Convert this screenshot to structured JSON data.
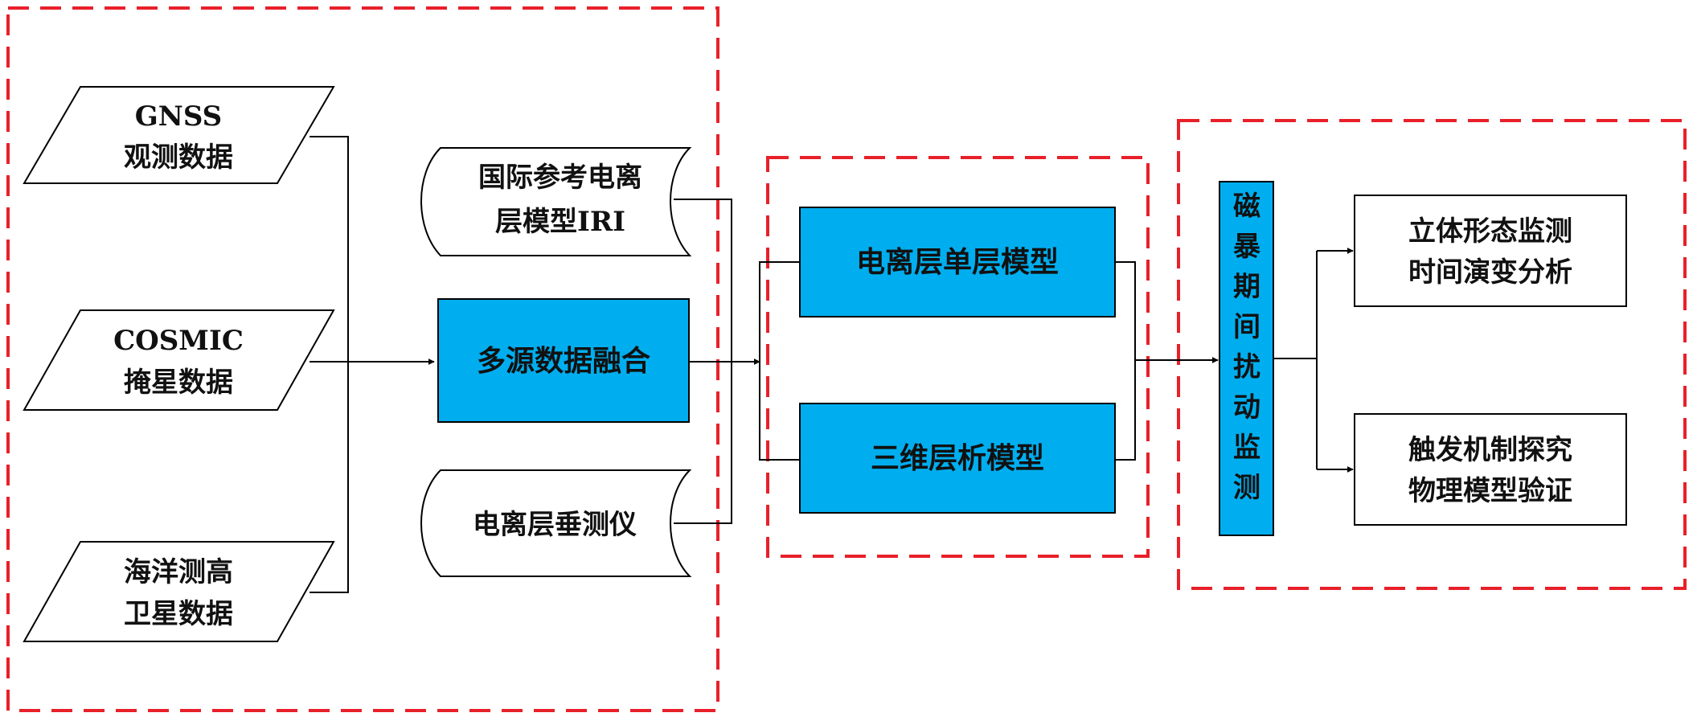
{
  "inputs": {
    "gnss": [
      "GNSS",
      "观测数据"
    ],
    "cosmic": [
      "COSMIC",
      "掩星数据"
    ],
    "altimetry": [
      "海洋测高",
      "卫星数据"
    ]
  },
  "aux_sources": {
    "iri": [
      "国际参考电离",
      "层模型IRI"
    ],
    "ionosonde": [
      "电离层垂测仪"
    ]
  },
  "fusion": "多源数据融合",
  "models": {
    "single_layer": "电离层单层模型",
    "tomography": "三维层析模型"
  },
  "monitoring": [
    "磁",
    "暴",
    "期",
    "间",
    "扰",
    "动",
    "监",
    "测"
  ],
  "outputs": {
    "morphology": [
      "立体形态监测",
      "时间演变分析"
    ],
    "mechanism": [
      "触发机制探究",
      "物理模型验证"
    ]
  },
  "colors": {
    "process_fill": "#00AEEF",
    "group_border": "#E8202A",
    "line": "#000000"
  }
}
